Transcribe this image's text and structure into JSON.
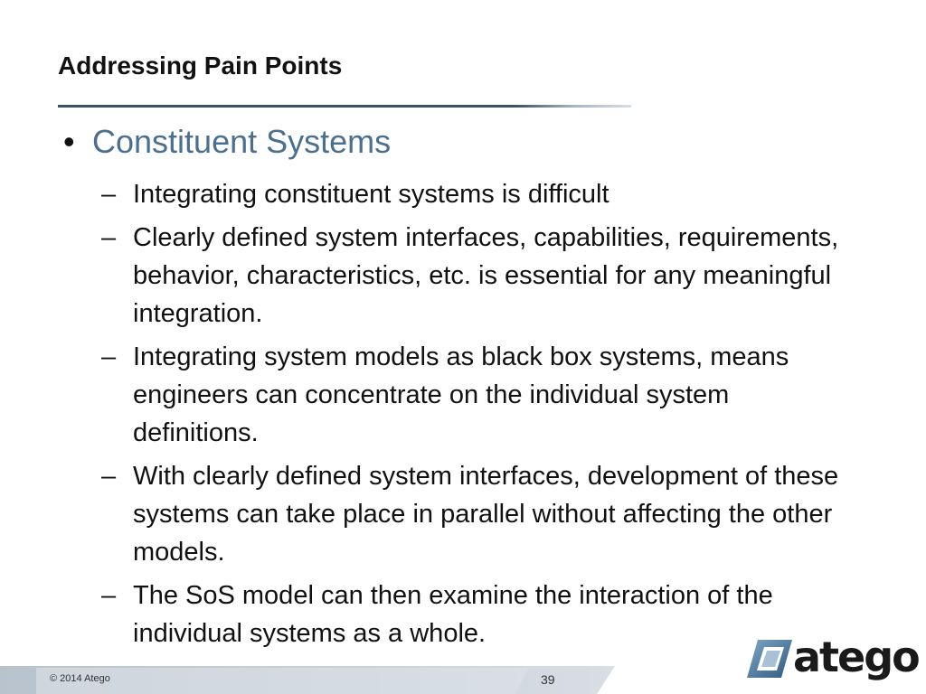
{
  "slide": {
    "title": "Addressing Pain Points",
    "bullet": {
      "marker": "•",
      "text": "Constituent Systems"
    },
    "sub_marker": "–",
    "sub_bullets": [
      "Integrating constituent systems is difficult",
      "Clearly defined system interfaces, capabilities, requirements, behavior, characteristics, etc. is essential for any meaningful integration.",
      "Integrating system models as black box systems, means engineers can concentrate on the individual system definitions.",
      "With clearly defined system interfaces, development of these systems can take place in parallel without affecting the other models.",
      "The SoS model can then examine the interaction of the individual systems as a whole."
    ]
  },
  "footer": {
    "copyright": "© 2014 Atego",
    "page_number": "39"
  },
  "logo": {
    "icon": "atego-logo-icon",
    "text": "atego"
  },
  "colors": {
    "title": "#111111",
    "accent_blue": "#4a6f8f",
    "rule": "#3d5266",
    "footer_band": "#c3ccd6"
  }
}
